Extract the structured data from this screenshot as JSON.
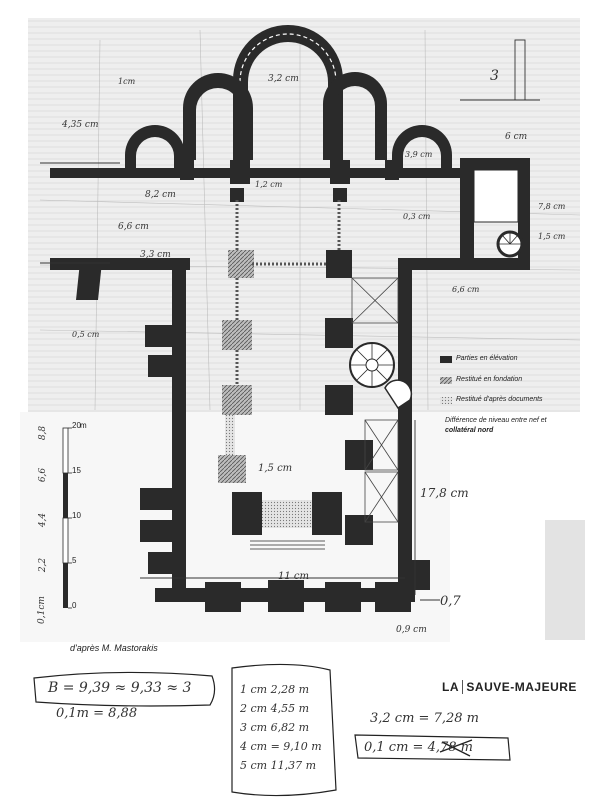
{
  "plan": {
    "legend": {
      "elevation": "Parties en élévation",
      "foundation": "Restitué en fondation",
      "documents": "Restitué d'après documents",
      "note_line1": "Différence de niveau entre nef et",
      "note_line2": "collatéral nord"
    },
    "scale": {
      "unit": "m",
      "ticks": [
        "0",
        "5",
        "10",
        "15",
        "20"
      ],
      "handwritten": [
        "8,8",
        "6,6",
        "4,4",
        "2,2",
        "0,1cm"
      ]
    },
    "credit": "d'après M. Mastorakis",
    "title": {
      "prefix": "LA",
      "name": "SAUVE-MAJEURE"
    },
    "annotations": {
      "upper": [
        "1cm",
        "4,35 cm",
        "3,2 cm",
        "8,2 cm",
        "6,6 cm",
        "3,3 cm",
        "0,5 cm",
        "6 cm",
        "3",
        "7,8 cm",
        "1,5 cm",
        "6,6 cm",
        "1,2 cm",
        "3,9 cm",
        "0,3 cm"
      ],
      "lower": [
        "1,5 cm",
        "17,8 cm",
        "11 cm",
        "0,7",
        "0,9 cm"
      ]
    },
    "notes": {
      "box1_line1": "B = 9,39 ≈ 9,33 ≈ 3",
      "box1_line2": "0,1m = 8,88",
      "conversions": [
        "1 cm    2,28 m",
        "2 cm    4,55 m",
        "3 cm    6,82 m",
        "4 cm =  9,10 m",
        "5 cm    11,37 m"
      ],
      "right_line1": "3,2 cm = 7,28 m",
      "right_line2": "0,1 cm = 4,78 m"
    }
  }
}
